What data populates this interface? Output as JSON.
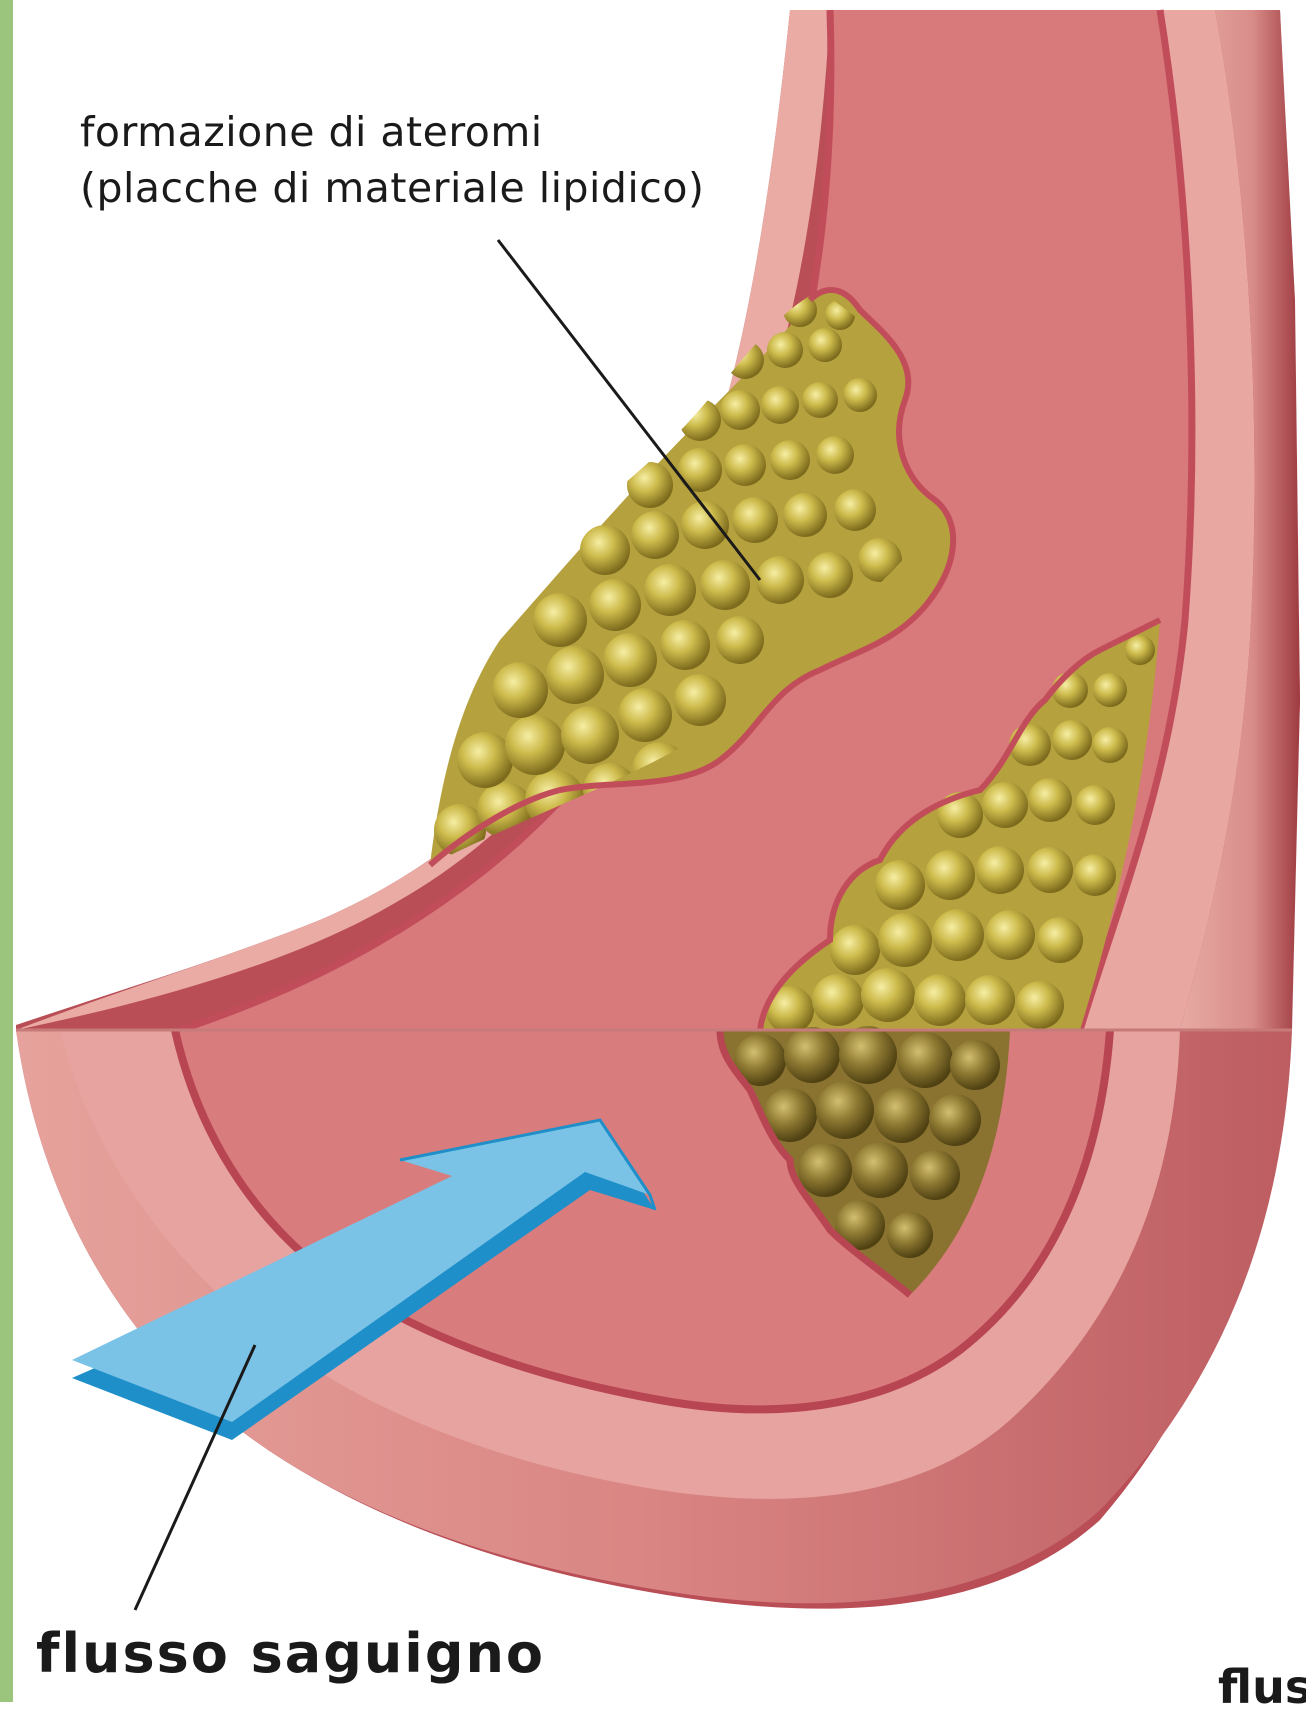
{
  "labels": {
    "atheroma_line1": "formazione di ateromi",
    "atheroma_line2": "(placche di materiale lipidico)",
    "blood_flow": "flusso saguigno",
    "blood_flow_cut": "flus"
  },
  "colors": {
    "side_stripe": "#9bc47d",
    "artery_outer": "#c76a6f",
    "artery_wall": "#e8a39e",
    "lumen": "#dc7f80",
    "plaque": "#c7b54a",
    "plaque_dark": "#8f7a2f",
    "arrow": "#7cc3e6"
  }
}
